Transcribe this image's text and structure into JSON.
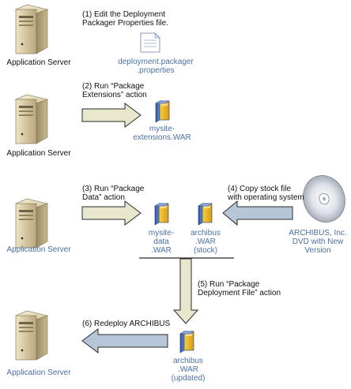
{
  "steps": {
    "s1": "(1) Edit the Deployment Packager Properties file.",
    "s2": "(2) Run “Package Extensions” action",
    "s3": "(3) Run “Package Data” action",
    "s4": "(4) Copy stock file with operating system",
    "s5": "(5) Run “Package Deployment File” action",
    "s6": "(6) Redeploy ARCHIBUS"
  },
  "servers": {
    "s1": "Application Server",
    "s2": "Application Server",
    "s3": "Application Server",
    "s4": "Application Server"
  },
  "files": {
    "properties": "deployment.packager .properties",
    "ext_war": "mysite-extensions.WAR",
    "data_war": "mysite-data .WAR",
    "stock_war": "archibus .WAR (stock)",
    "updated_war": "archibus .WAR (updated)"
  },
  "dvd": "ARCHIBUS, Inc. DVD with New Version",
  "colors": {
    "accent_text": "#4a6fa5",
    "arrow_fill": "#e8e6cc",
    "arrow_blue": "#b7c5d9",
    "server_body": "#d8c9a0"
  }
}
